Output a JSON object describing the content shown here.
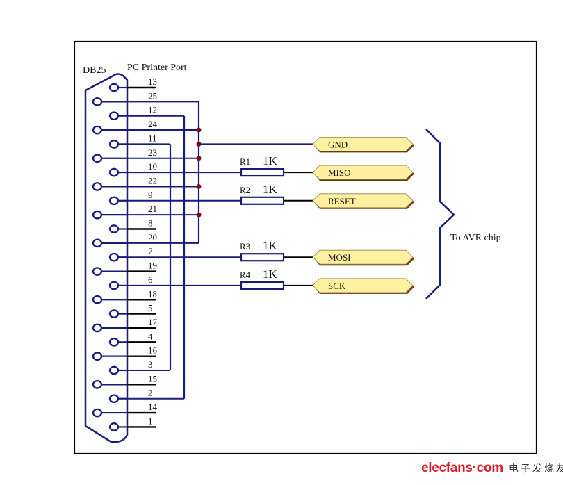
{
  "connector": {
    "name": "DB25",
    "title": "PC Printer Port",
    "pins": [
      {
        "pin": "13",
        "side": "right",
        "net": "nc"
      },
      {
        "pin": "25",
        "side": "left",
        "net": "GND"
      },
      {
        "pin": "12",
        "side": "right",
        "net": "bus12"
      },
      {
        "pin": "24",
        "side": "left",
        "net": "GND"
      },
      {
        "pin": "11",
        "side": "right",
        "net": "bus11"
      },
      {
        "pin": "23",
        "side": "left",
        "net": "GND"
      },
      {
        "pin": "10",
        "side": "right",
        "net": "MISO"
      },
      {
        "pin": "22",
        "side": "left",
        "net": "GND"
      },
      {
        "pin": "9",
        "side": "right",
        "net": "RESET"
      },
      {
        "pin": "21",
        "side": "left",
        "net": "GND"
      },
      {
        "pin": "8",
        "side": "right",
        "net": "nc"
      },
      {
        "pin": "20",
        "side": "left",
        "net": "GND"
      },
      {
        "pin": "7",
        "side": "right",
        "net": "MOSI"
      },
      {
        "pin": "19",
        "side": "left",
        "net": "nc"
      },
      {
        "pin": "6",
        "side": "right",
        "net": "SCK"
      },
      {
        "pin": "18",
        "side": "left",
        "net": "nc"
      },
      {
        "pin": "5",
        "side": "right",
        "net": "nc"
      },
      {
        "pin": "17",
        "side": "left",
        "net": "nc"
      },
      {
        "pin": "4",
        "side": "right",
        "net": "nc"
      },
      {
        "pin": "16",
        "side": "left",
        "net": "nc"
      },
      {
        "pin": "3",
        "side": "right",
        "net": "bus11"
      },
      {
        "pin": "15",
        "side": "left",
        "net": "nc"
      },
      {
        "pin": "2",
        "side": "right",
        "net": "bus12"
      },
      {
        "pin": "14",
        "side": "left",
        "net": "nc"
      },
      {
        "pin": "1",
        "side": "right",
        "net": "nc"
      }
    ]
  },
  "resistors": [
    {
      "ref": "R1",
      "value": "1K",
      "net": "MISO"
    },
    {
      "ref": "R2",
      "value": "1K",
      "net": "RESET"
    },
    {
      "ref": "R3",
      "value": "1K",
      "net": "MOSI"
    },
    {
      "ref": "R4",
      "value": "1K",
      "net": "SCK"
    }
  ],
  "ports": [
    {
      "label": "GND"
    },
    {
      "label": "MISO"
    },
    {
      "label": "RESET"
    },
    {
      "label": "MOSI"
    },
    {
      "label": "SCK"
    }
  ],
  "bracket_label": "To AVR chip",
  "watermark": {
    "brand": "elecfans·com",
    "cn": "电子发烧友"
  },
  "colors": {
    "wire_blue": "#1a1a7a",
    "wire_black": "#000000",
    "junction": "#7a1010",
    "port_fill": "#fff1a0",
    "port_shadow": "#6a3a10",
    "frame": "#000000"
  }
}
